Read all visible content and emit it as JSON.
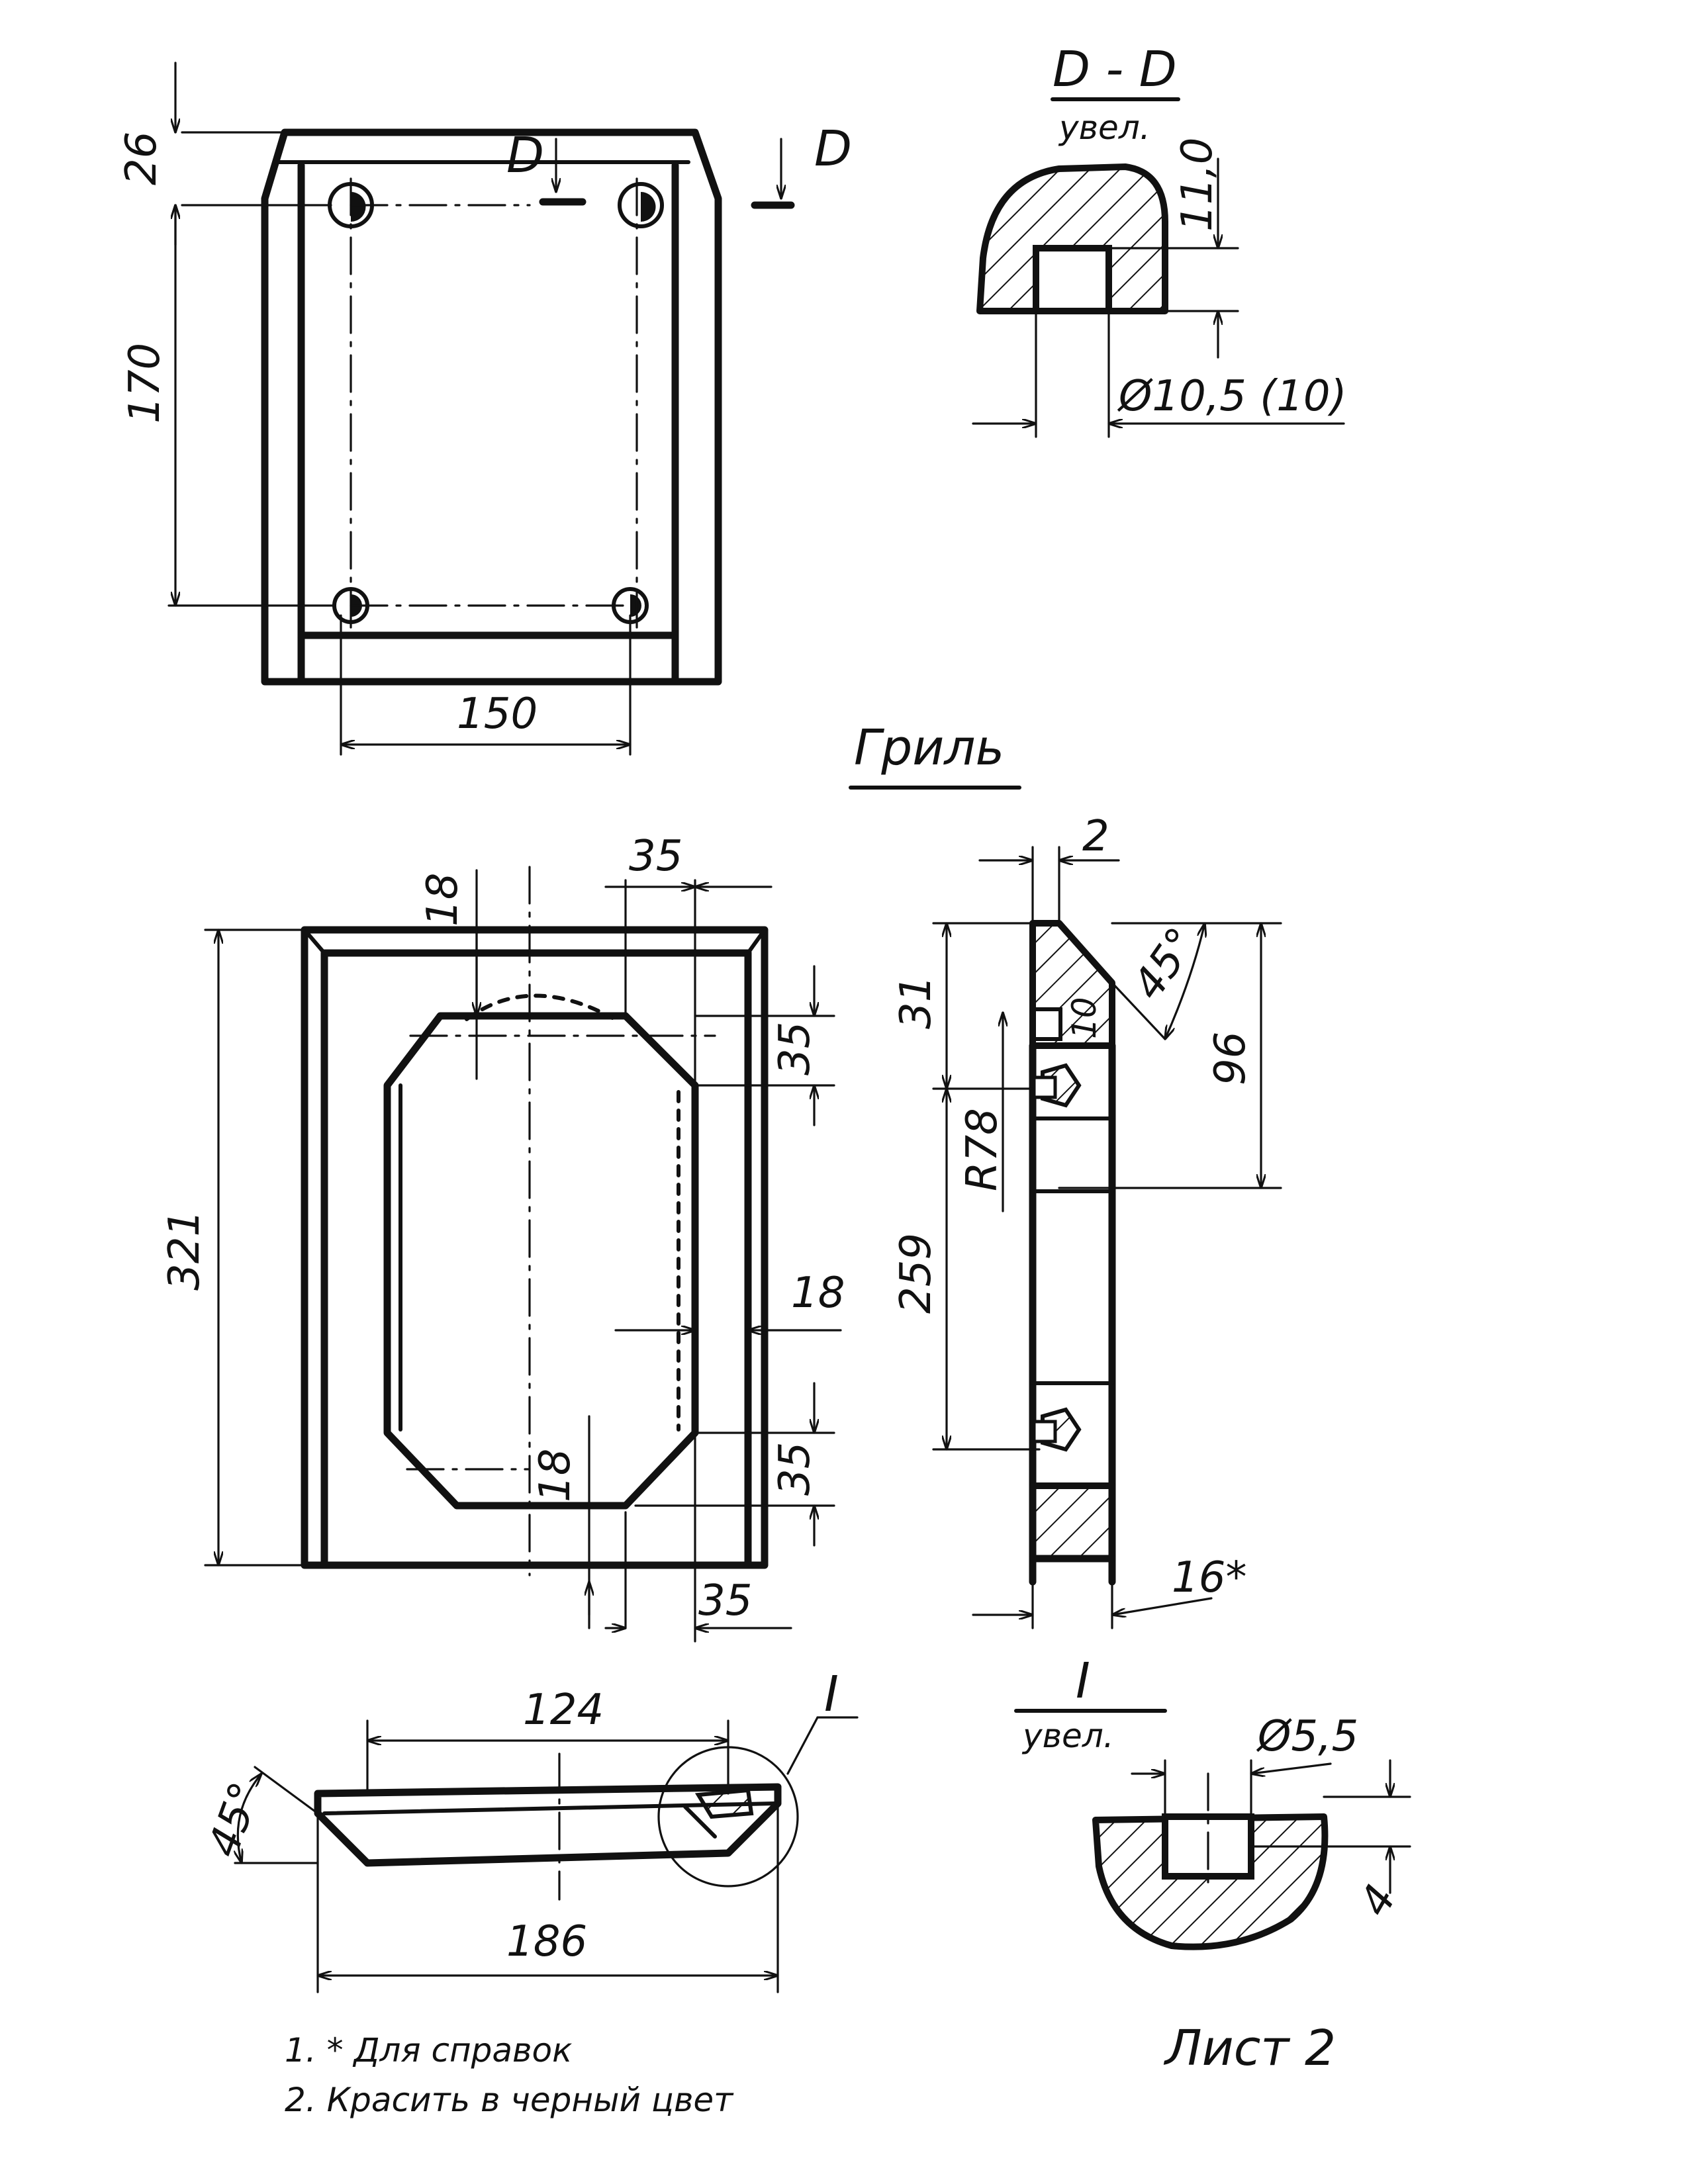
{
  "top_view": {
    "dim_top_offset": "26",
    "dim_height": "170",
    "dim_width": "150",
    "cut_label_left": "D",
    "cut_label_right": "D"
  },
  "section_dd": {
    "title": "D - D",
    "subtitle": "увел.",
    "dim_depth": "11,0",
    "dim_bore": "Ø10,5 (10)"
  },
  "grill_label": "Гриль",
  "front_view": {
    "dim_total_height": "321",
    "dim_top_18": "18",
    "dim_top_35": "35",
    "dim_chamfer_35_upper": "35",
    "dim_right_18": "18",
    "dim_chamfer_35_lower": "35",
    "dim_bottom_18": "18",
    "dim_bottom_35": "35"
  },
  "side_view": {
    "dim_2": "2",
    "dim_31": "31",
    "dim_angle_45": "45°",
    "dim_10": "10",
    "dim_96": "96",
    "dim_r78": "R78",
    "dim_259": "259",
    "dim_16": "16*"
  },
  "bottom_view": {
    "dim_124": "124",
    "dim_186": "186",
    "dim_angle_45": "45°",
    "detail_callout": "I"
  },
  "detail_i": {
    "title": "I",
    "subtitle": "увел.",
    "dim_bore": "Ø5,5",
    "dim_depth": "4"
  },
  "notes": {
    "line1": "1.  * Для справок",
    "line2": "2. Красить в черный цвет"
  },
  "sheet_label": "Лист 2"
}
